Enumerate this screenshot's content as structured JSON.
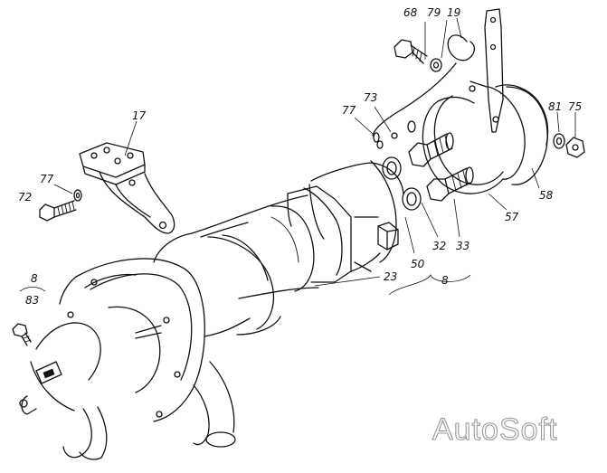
{
  "callouts": {
    "c68": "68",
    "c79": "79",
    "c19": "19",
    "c17": "17",
    "c73": "73",
    "c77a": "77",
    "c77b": "77",
    "c72": "72",
    "c81": "81",
    "c75": "75",
    "c58": "58",
    "c57": "57",
    "c32": "32",
    "c33": "33",
    "c50": "50",
    "c23": "23",
    "c8a": "8",
    "c8b": "8",
    "c83": "83"
  },
  "watermark": "AutoSoft"
}
